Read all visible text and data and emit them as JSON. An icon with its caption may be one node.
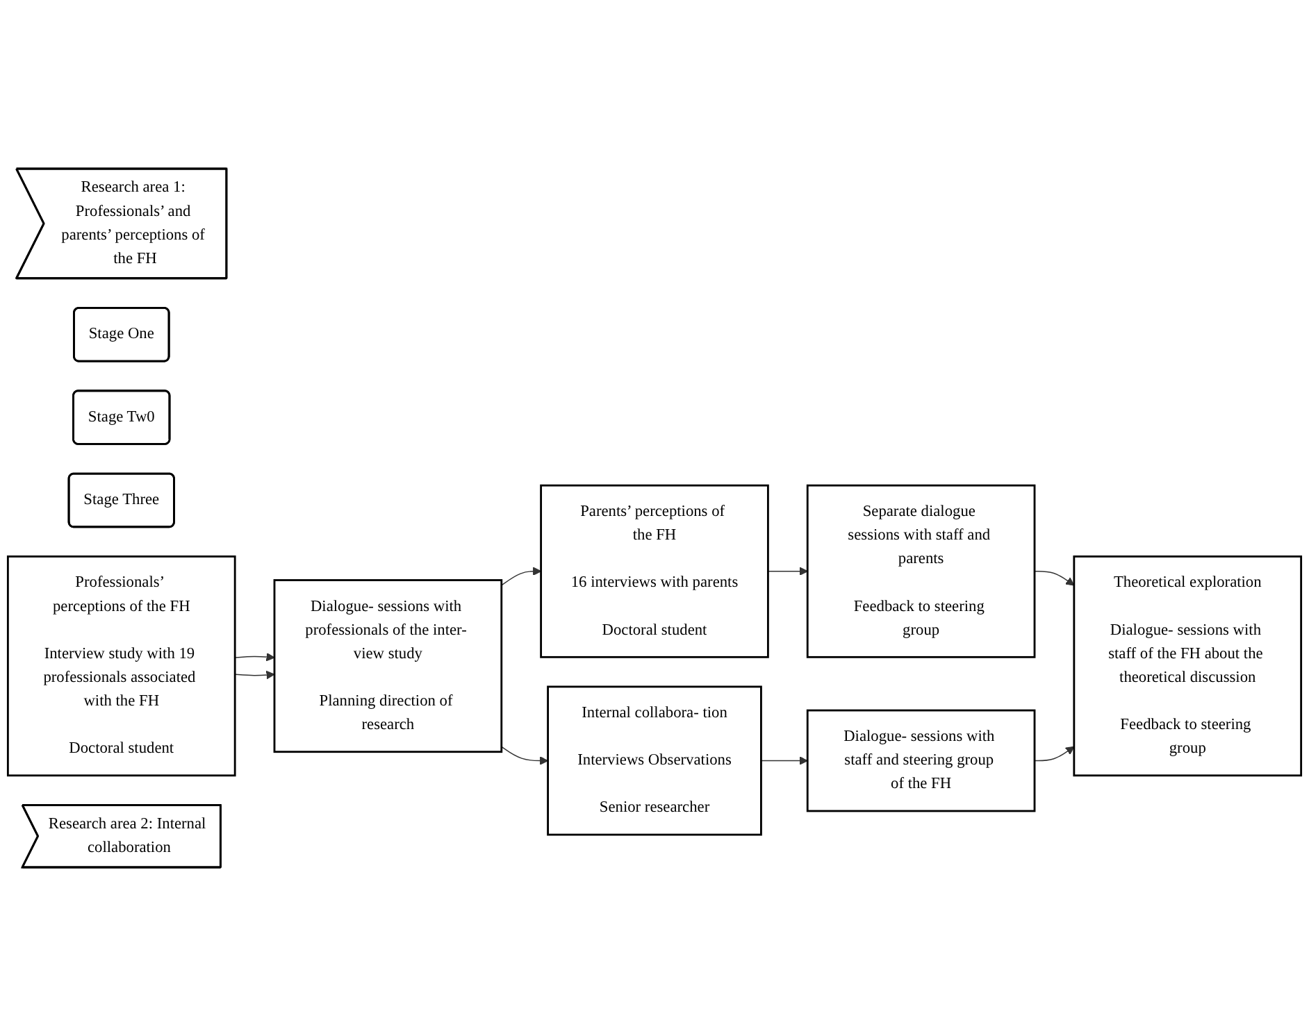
{
  "diagram": {
    "nodes": [
      {
        "text": [
          "Research area 1: Professionals’ and parents’ perceptions of the FH"
        ]
      },
      {
        "text": [
          "Stage One"
        ]
      },
      {
        "text": [
          "Stage Tw0"
        ]
      },
      {
        "text": [
          "Stage Three"
        ]
      },
      {
        "text": [
          "Professionals’ perceptions of the FH",
          "Interview study with 19 professionals associated with the FH",
          "Doctoral student"
        ]
      },
      {
        "text": [
          "Dialogue- sessions with professionals of the inter- view study",
          "Planning direction of research"
        ]
      },
      {
        "text": [
          "Parents’ perceptions of the FH",
          "16 interviews with parents",
          "Doctoral student"
        ]
      },
      {
        "text": [
          "Separate dialogue sessions with staff and parents",
          "Feedback to steering group"
        ]
      },
      {
        "text": [
          "Internal collabora- tion",
          "Interviews Observations",
          "Senior researcher"
        ]
      },
      {
        "text": [
          "Dialogue- sessions with staff and steering group of the FH"
        ]
      },
      {
        "text": [
          "Theoretical exploration",
          "Dialogue- sessions with staff of the FH about the theoretical discussion",
          "Feedback to steering group"
        ]
      },
      {
        "text": [
          "Research area 2: Internal collaboration"
        ]
      }
    ],
    "edges": [
      {
        "from": 4,
        "to": 5,
        "arrow": "to"
      },
      {
        "from": 4,
        "to": 5,
        "arrow": "to"
      },
      {
        "from": 5,
        "to": 6,
        "arrow": "to"
      },
      {
        "from": 5,
        "to": 8,
        "arrow": "to"
      },
      {
        "from": 6,
        "to": 7,
        "arrow": "to"
      },
      {
        "from": 8,
        "to": 9,
        "arrow": "to"
      },
      {
        "from": 7,
        "to": 10,
        "arrow": "to"
      },
      {
        "from": 9,
        "to": 10,
        "arrow": "to"
      }
    ]
  }
}
